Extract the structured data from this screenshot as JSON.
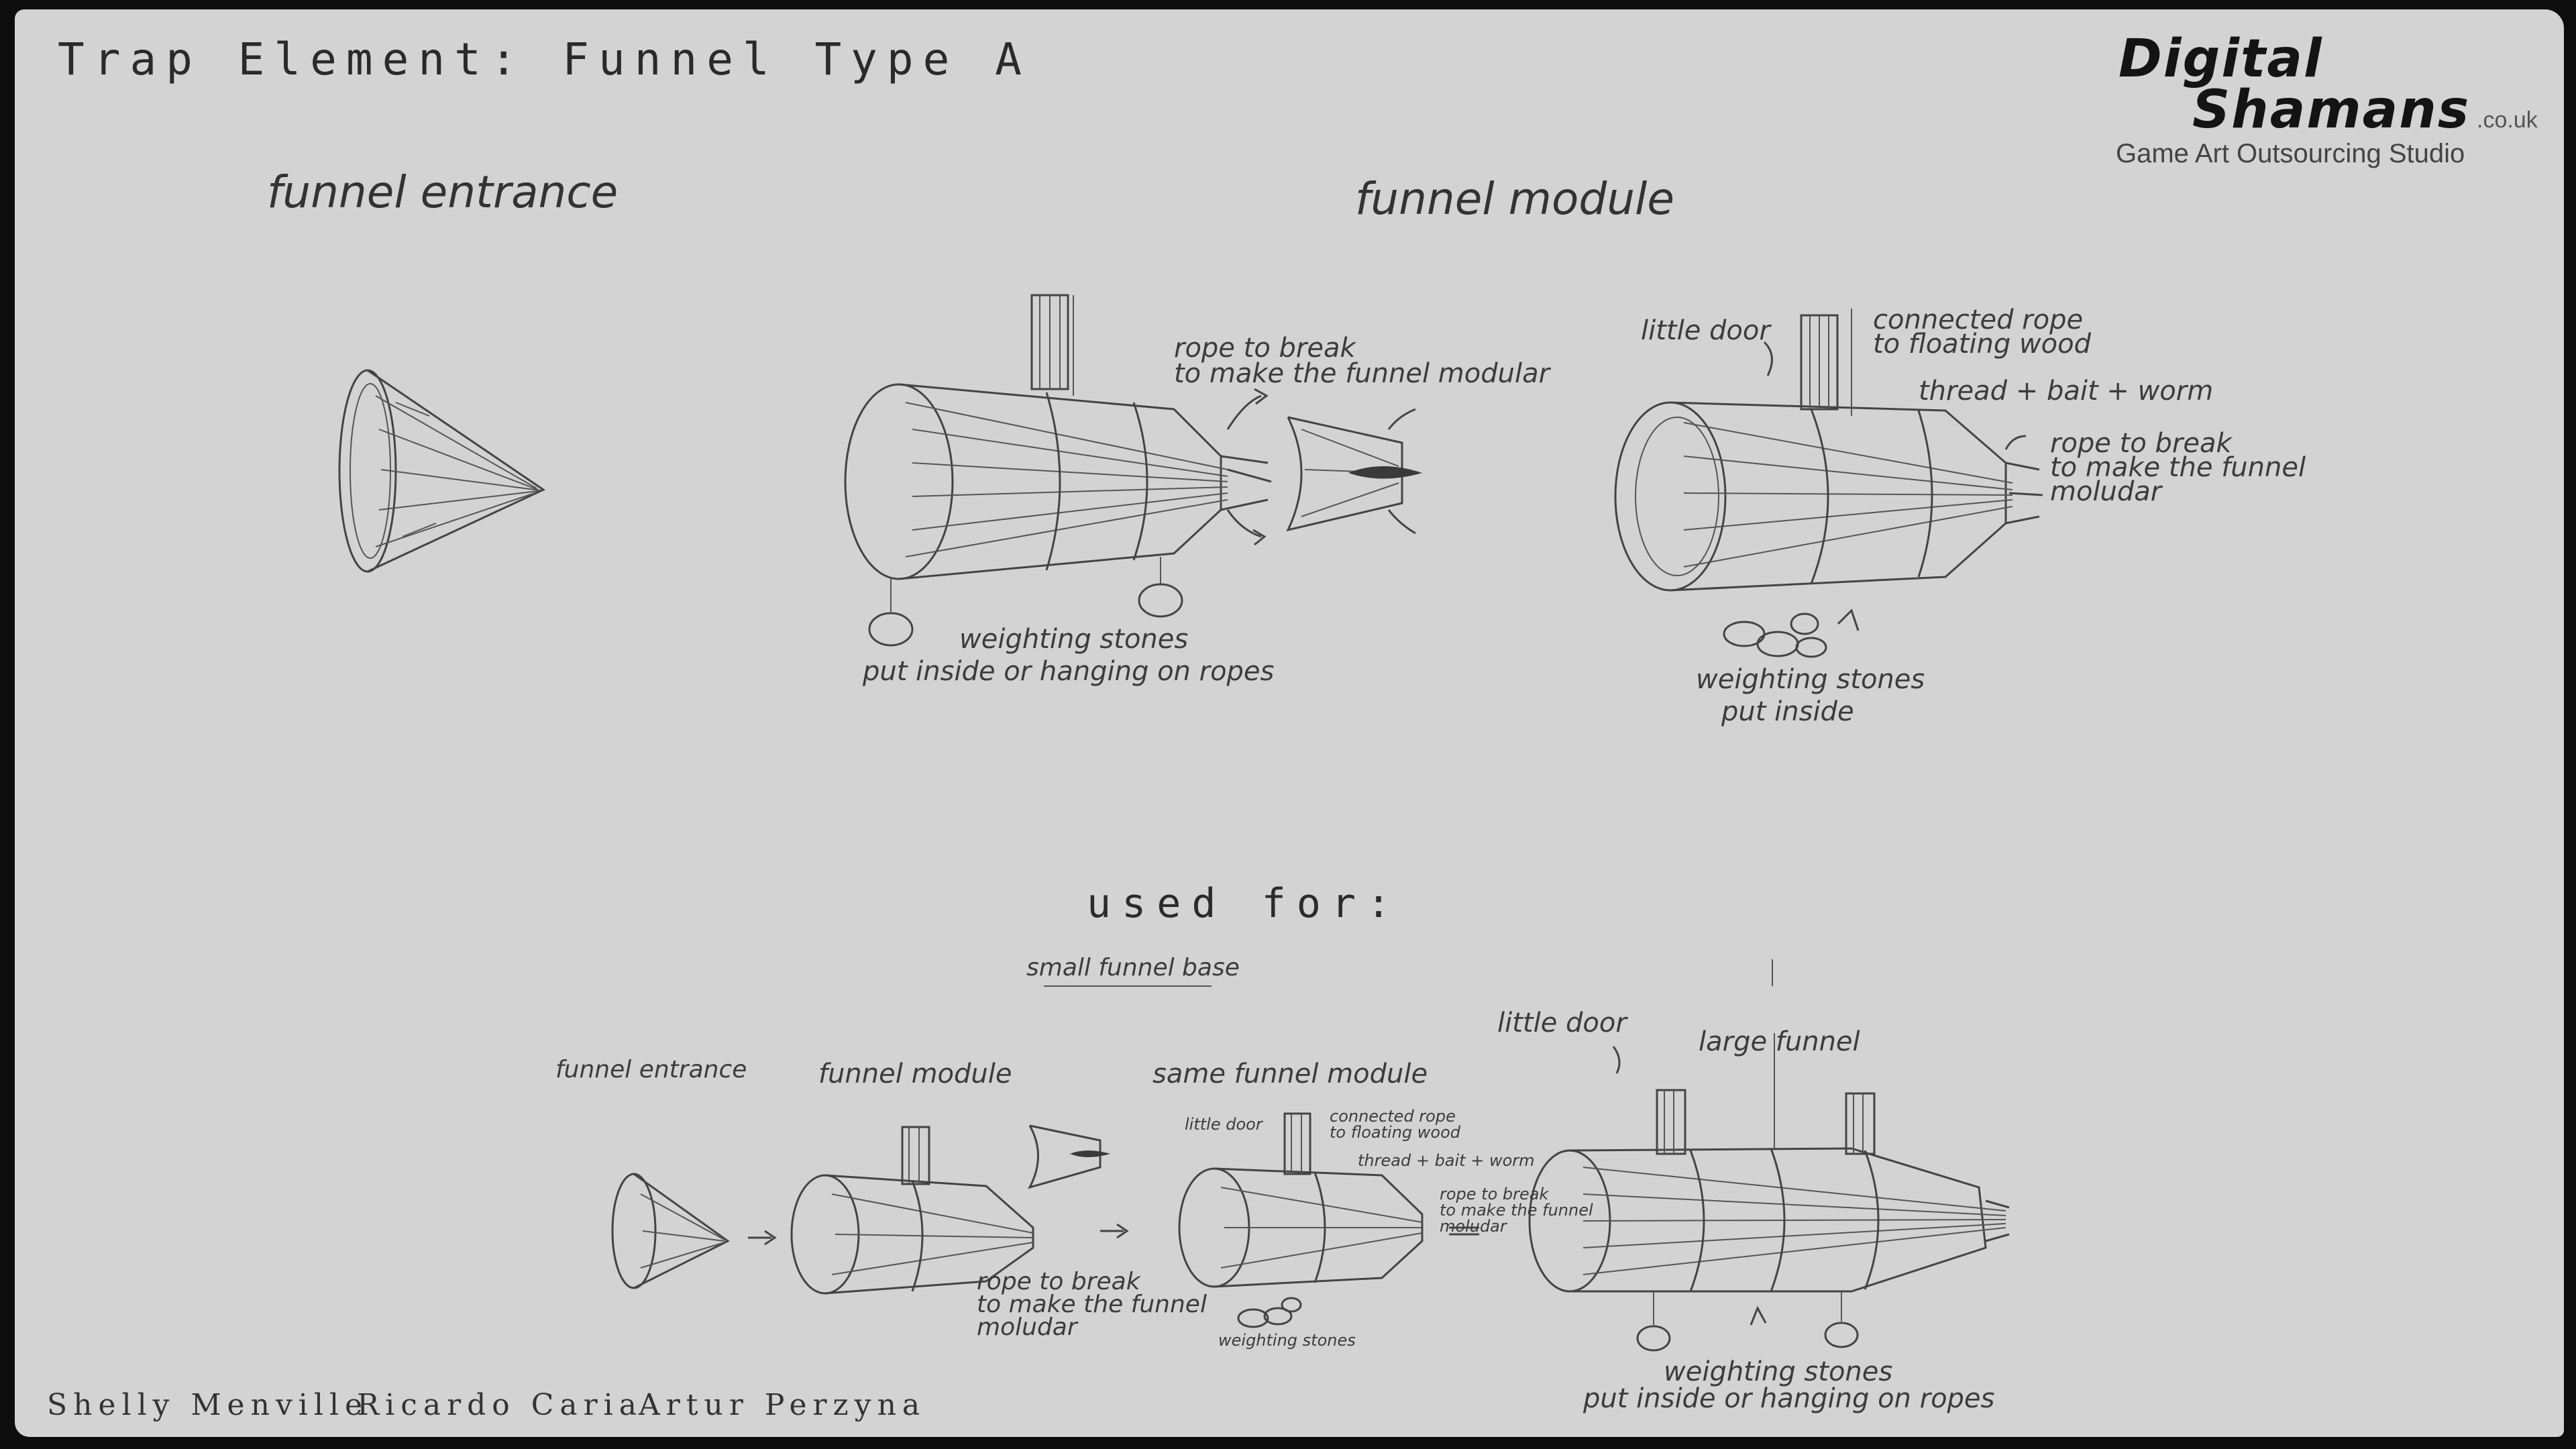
{
  "title": "Trap Element: Funnel Type A",
  "logo": {
    "line1": "Digital",
    "line2": "Shamans",
    "suffix": ".co.uk",
    "subtitle": "Game Art Outsourcing Studio"
  },
  "top": {
    "funnel_entrance": "funnel entrance",
    "funnel_module": "funnel module",
    "rope_break_1": "rope to break",
    "rope_break_2": "to make the funnel modular",
    "weight_1": "weighting stones",
    "weight_2": "put inside or hanging on ropes",
    "little_door": "little door",
    "connected_1": "connected rope",
    "connected_2": "to floating wood",
    "thread": "thread + bait + worm",
    "rope_b_1": "rope to break",
    "rope_b_2": "to make the funnel",
    "rope_b_3": "moludar",
    "weight_b_1": "weighting stones",
    "weight_b_2": "put inside"
  },
  "bottom": {
    "used_for": "used for:",
    "small_base": "small funnel base",
    "funnel_entrance": "funnel entrance",
    "funnel_module": "funnel module",
    "same_module": "same funnel module",
    "little_door_sm": "little door",
    "connected_sm_1": "connected rope",
    "connected_sm_2": "to floating wood",
    "thread_sm": "thread + bait + worm",
    "rope_sm_1": "rope to break",
    "rope_sm_2": "to make the funnel",
    "rope_sm_3": "moludar",
    "rope_mid_1": "rope to break",
    "rope_mid_2": "to make the funnel",
    "rope_mid_3": "moludar",
    "weight_sm": "weighting stones",
    "little_door": "little door",
    "large_funnel": "large funnel",
    "weight_l_1": "weighting stones",
    "weight_l_2": "put inside or hanging on ropes"
  },
  "credits": [
    "Shelly Menville",
    "Ricardo Caria",
    "Artur Perzyna"
  ]
}
